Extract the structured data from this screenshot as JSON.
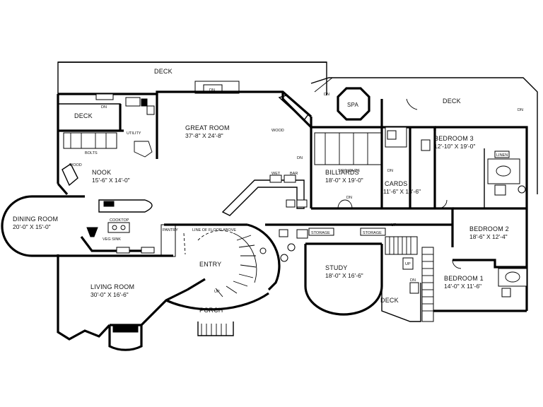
{
  "rooms": {
    "deck_top": "DECK",
    "deck_left": "DECK",
    "deck_right": "DECK",
    "deck_bottom": "DECK",
    "great_room": {
      "name": "GREAT ROOM",
      "dim": "37'-8\" X 24'-8\""
    },
    "spa": "SPA",
    "nook": {
      "name": "NOOK",
      "dim": "15'-6\" X 14'-0\""
    },
    "billiards": {
      "name": "BILLIARDS",
      "dim": "18'-0\" X 19'-0\""
    },
    "cards": {
      "name": "CARDS",
      "dim": "11'-6\" X 13'-6\""
    },
    "bedroom3": {
      "name": "BEDROOM 3",
      "dim": "12'-10\" X 19'-0\""
    },
    "dining_room": {
      "name": "DINING ROOM",
      "dim": "20'-0\" X 15'-0\""
    },
    "bedroom2": {
      "name": "BEDROOM 2",
      "dim": "18'-6\" X 12'-4\""
    },
    "entry": "ENTRY",
    "study": {
      "name": "STUDY",
      "dim": "18'-0\" X 16'-6\""
    },
    "bedroom1": {
      "name": "BEDROOM 1",
      "dim": "14'-0\" X 11'-6\""
    },
    "living_room": {
      "name": "LIVING ROOM",
      "dim": "30'-0\" X 16'-6\""
    },
    "porch": "PORCH"
  },
  "labels": {
    "dn": "DN",
    "up": "UP",
    "wood": "WOOD",
    "utility": "UTILITY",
    "bolts": "BOLTS",
    "skylights": "SKYLIGHTS",
    "linen": "LINEN",
    "cooktop": "COOKTOP",
    "veg_sink": "VEG SINK",
    "pantry": "PANTRY",
    "line_of_floor_above": "LINE OF FLOOR ABOVE",
    "storage": "STORAGE"
  }
}
